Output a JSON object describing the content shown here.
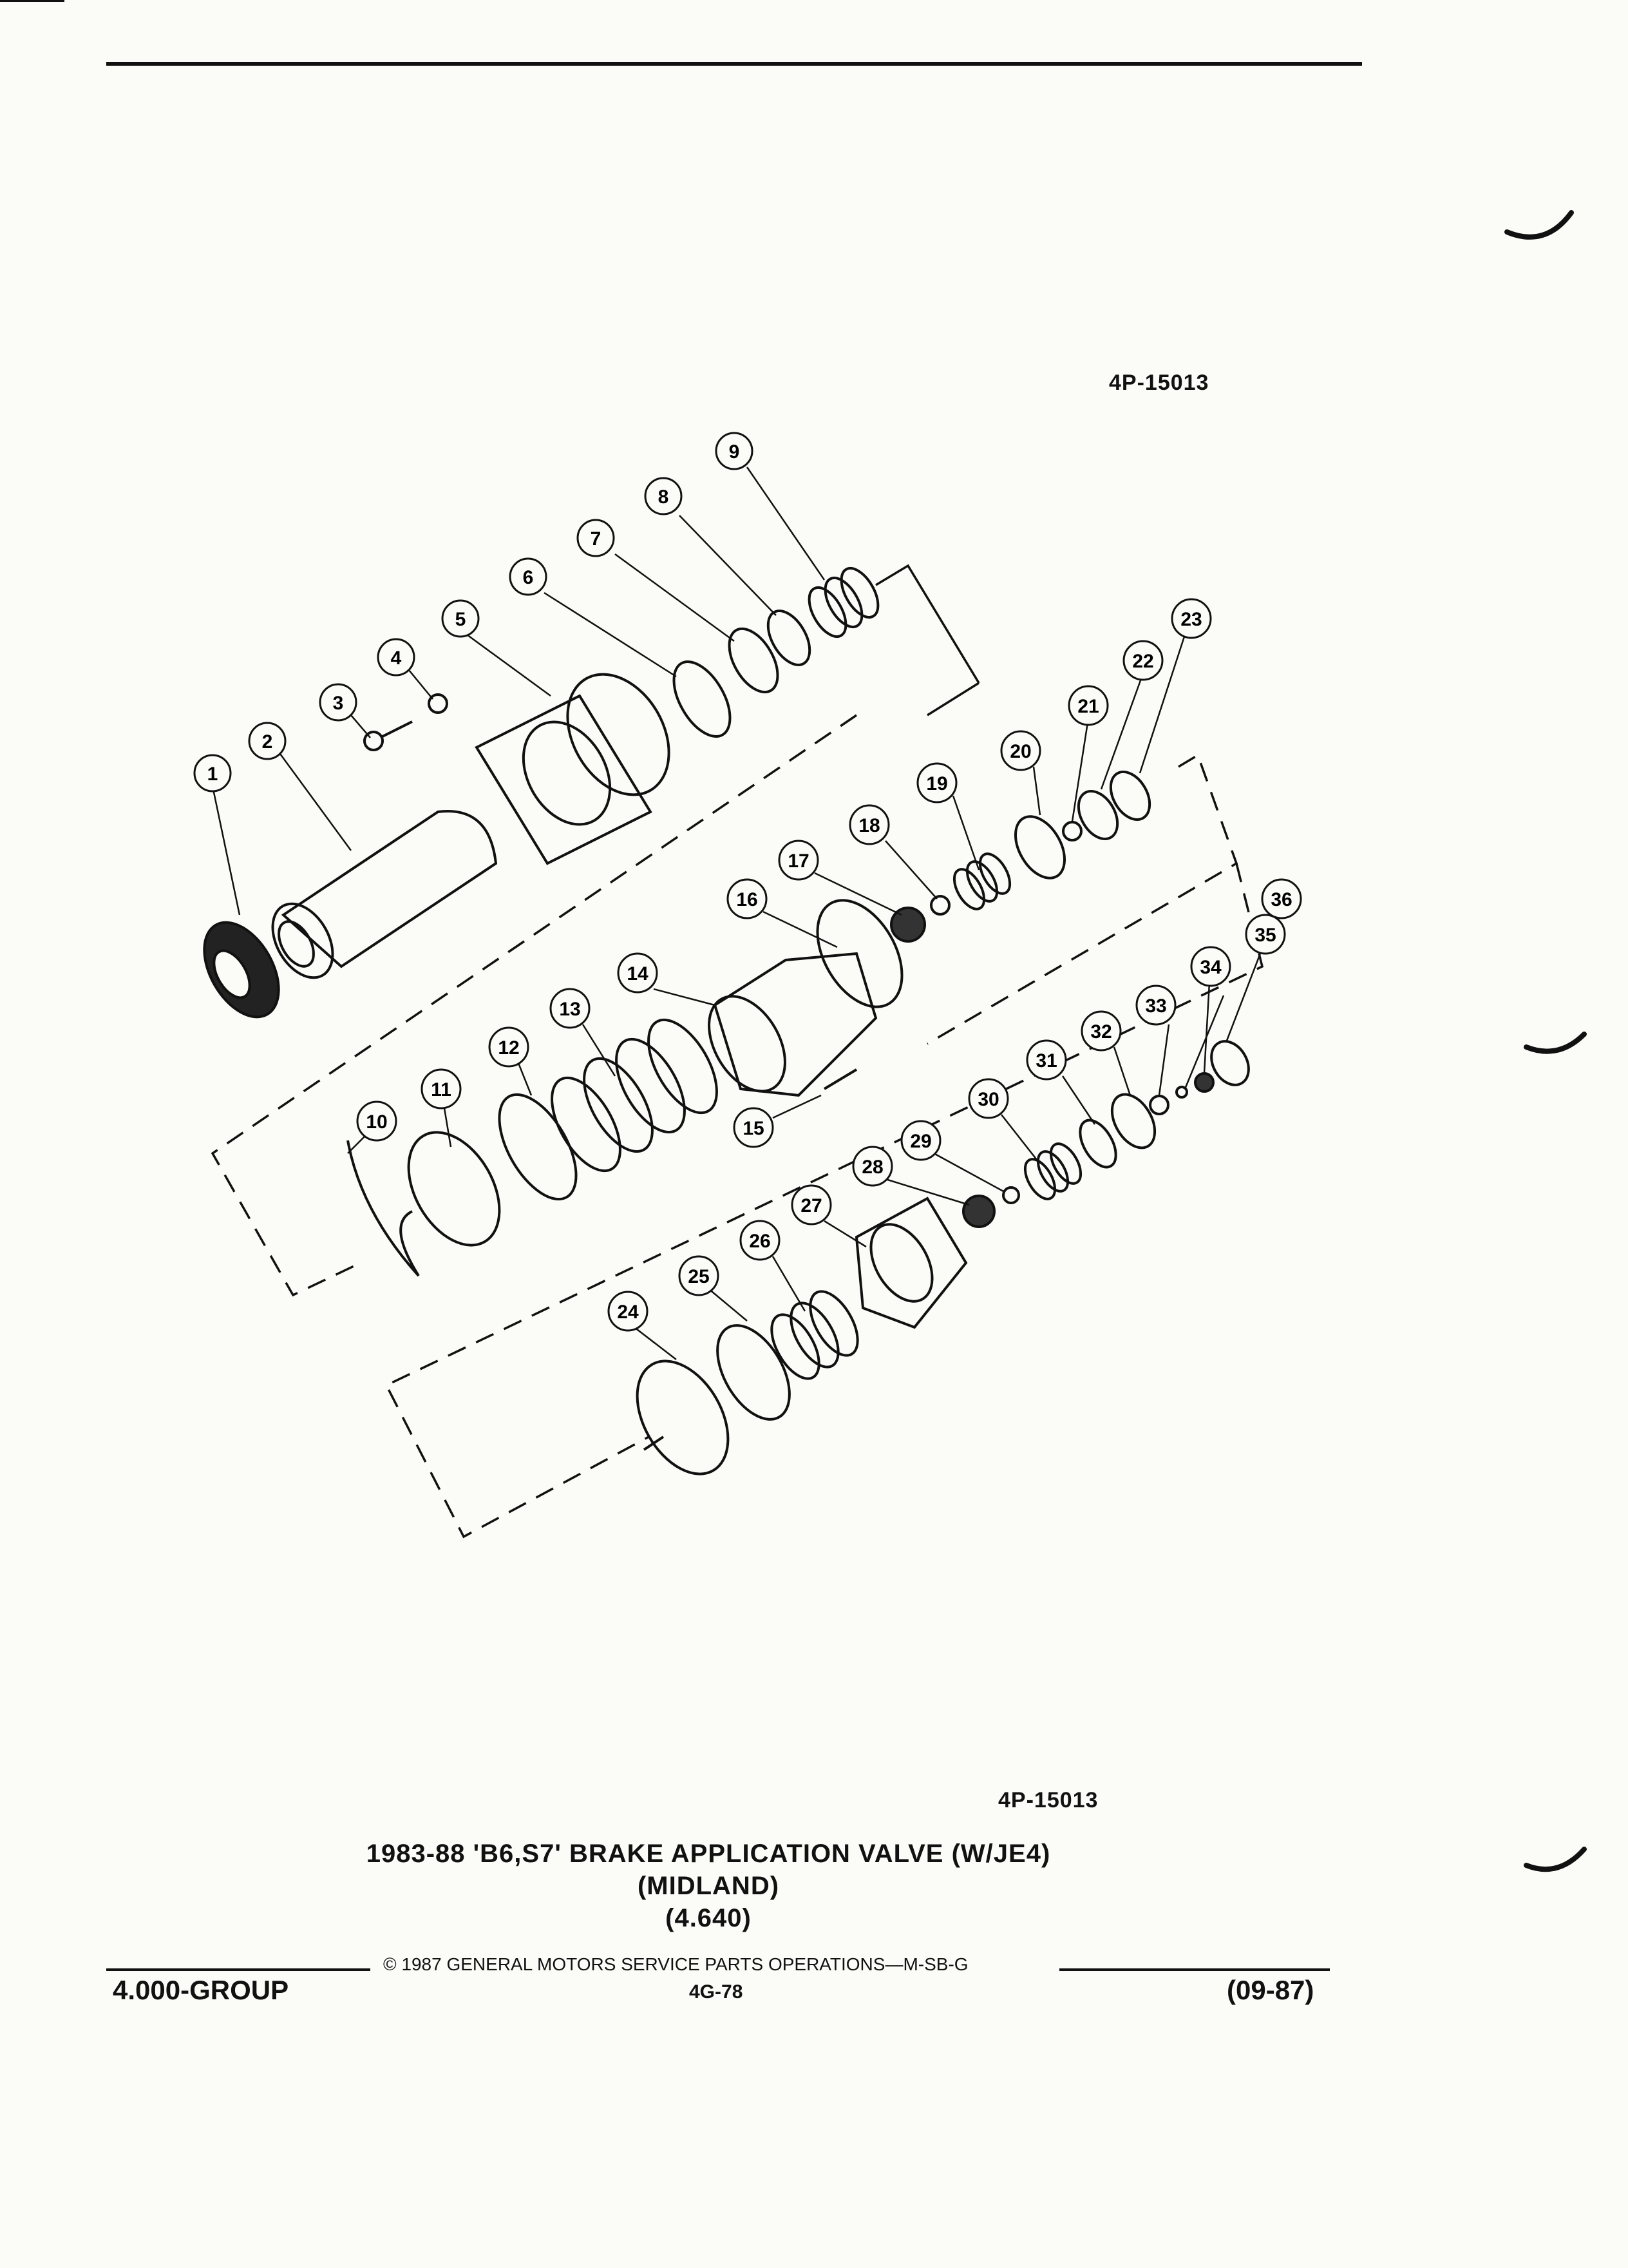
{
  "header": {
    "ref_top": "4P-15013"
  },
  "callouts": [
    "1",
    "2",
    "3",
    "4",
    "5",
    "6",
    "7",
    "8",
    "9",
    "10",
    "11",
    "12",
    "13",
    "14",
    "15",
    "16",
    "17",
    "18",
    "19",
    "20",
    "21",
    "22",
    "23",
    "24",
    "25",
    "26",
    "27",
    "28",
    "29",
    "30",
    "31",
    "32",
    "33",
    "34",
    "35",
    "36"
  ],
  "caption": {
    "ref": "4P-15013",
    "line1": "1983-88 'B6,S7' BRAKE APPLICATION VALVE (W/JE4)",
    "line2": "(MIDLAND)",
    "line3": "(4.640)"
  },
  "footer": {
    "copyright": "© 1987 GENERAL MOTORS SERVICE PARTS OPERATIONS—M-SB-G",
    "group": "4.000-GROUP",
    "page": "4G-78",
    "date": "(09-87)"
  }
}
